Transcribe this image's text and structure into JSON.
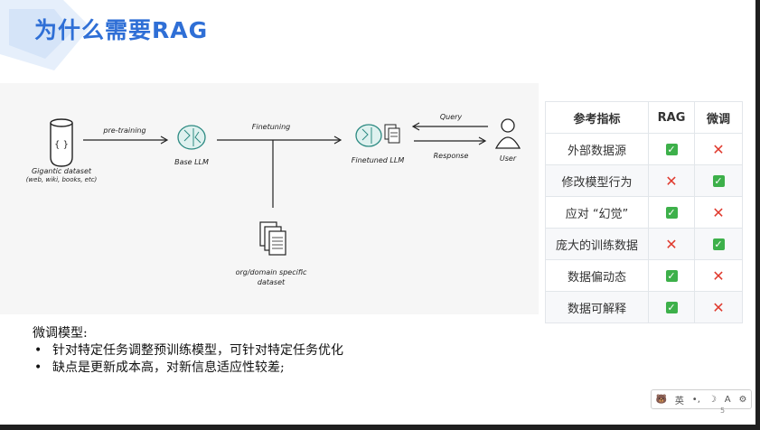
{
  "title": "为什么需要RAG",
  "diagram": {
    "dataset_label": "Gigantic dataset",
    "dataset_sub": "(web, wiki, books, etc)",
    "dataset_icon_text": "{ }",
    "pretraining": "pre-training",
    "base_llm": "Base LLM",
    "finetuning": "Finetuning",
    "finetuned_llm": "Finetuned LLM",
    "query": "Query",
    "response": "Response",
    "user": "User",
    "domain_line1": "org/domain specific",
    "domain_line2": "dataset"
  },
  "table": {
    "headers": [
      "参考指标",
      "RAG",
      "微调"
    ],
    "rows": [
      {
        "label": "外部数据源",
        "rag": "check",
        "ft": "cross"
      },
      {
        "label": "修改模型行为",
        "rag": "cross",
        "ft": "check"
      },
      {
        "label": "应对 “幻觉”",
        "rag": "check",
        "ft": "cross"
      },
      {
        "label": "庞大的训练数据",
        "rag": "cross",
        "ft": "check"
      },
      {
        "label": "数据偏动态",
        "rag": "check",
        "ft": "cross"
      },
      {
        "label": "数据可解释",
        "rag": "check",
        "ft": "cross"
      }
    ],
    "check_glyph": "✓",
    "cross_glyph": "✕"
  },
  "notes": {
    "heading": "微调模型:",
    "items": [
      "针对特定任务调整预训练模型，可针对特定任务优化",
      "缺点是更新成本高，对新信息适应性较差;"
    ]
  },
  "system_tray": {
    "icons": [
      "bear-icon",
      "ime-icon",
      "punctuation-icon",
      "moon-icon",
      "font-icon",
      "settings-icon"
    ],
    "ime": "英",
    "punctuation": "•,"
  },
  "page_number": "5",
  "colors": {
    "title": "#2f6fd6",
    "check": "#3db04a",
    "cross": "#e03a2e"
  }
}
